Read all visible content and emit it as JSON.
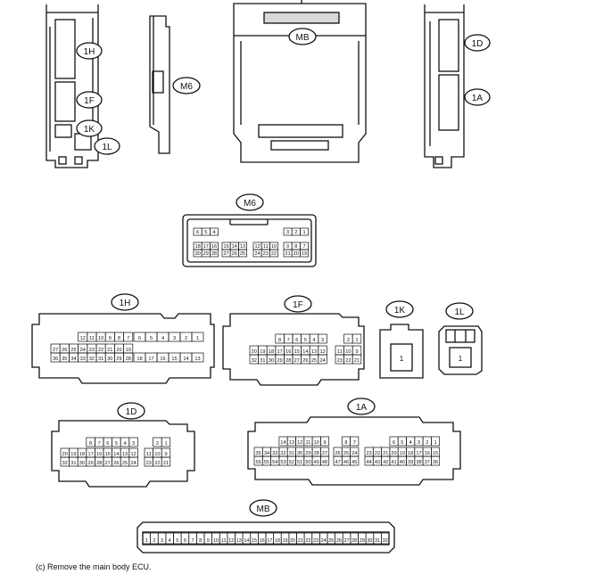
{
  "labels": {
    "top_1H": "1H",
    "top_1F": "1F",
    "top_1K": "1K",
    "top_1L": "1L",
    "top_M6": "M6",
    "top_MB": "MB",
    "top_1D": "1D",
    "top_1A": "1A",
    "m6": "M6",
    "c1H": "1H",
    "c1F": "1F",
    "c1K": "1K",
    "c1L": "1L",
    "c1D": "1D",
    "c1A": "1A",
    "cMB": "MB"
  },
  "connectors": {
    "M6": {
      "rows": [
        [
          "6",
          "5",
          "4",
          "",
          "",
          "",
          "",
          "3",
          "2",
          "1"
        ],
        [
          "18",
          "17",
          "16",
          "15",
          "14",
          "13",
          "12",
          "11",
          "10",
          "9",
          "8",
          "7"
        ],
        [
          "30",
          "29",
          "28",
          "27",
          "26",
          "25",
          "24",
          "23",
          "22",
          "21",
          "20",
          "19"
        ]
      ]
    },
    "1H": {
      "left_rows": [
        [
          "12",
          "11",
          "10",
          "9",
          "8",
          "7"
        ],
        [
          "27",
          "26",
          "25",
          "24",
          "23",
          "22",
          "21",
          "20",
          "19"
        ],
        [
          "36",
          "35",
          "34",
          "33",
          "32",
          "31",
          "30",
          "29",
          "28"
        ]
      ],
      "right_rows": [
        [
          "6",
          "5",
          "4",
          "3",
          "2",
          "1"
        ],
        [
          "18",
          "17",
          "16",
          "15",
          "14",
          "13"
        ]
      ]
    },
    "1F": {
      "left_rows": [
        [
          "8",
          "7",
          "6",
          "5",
          "4",
          "3"
        ],
        [
          "20",
          "19",
          "18",
          "17",
          "16",
          "15",
          "14",
          "13",
          "12"
        ],
        [
          "32",
          "31",
          "30",
          "29",
          "28",
          "27",
          "26",
          "25",
          "24"
        ]
      ],
      "right_rows": [
        [
          "2",
          "1"
        ],
        [
          "11",
          "10",
          "9"
        ],
        [
          "23",
          "22",
          "21"
        ]
      ]
    },
    "1K": {
      "pin": "1"
    },
    "1L": {
      "pin": "1"
    },
    "1D": {
      "left_rows": [
        [
          "8",
          "7",
          "6",
          "5",
          "4",
          "3"
        ],
        [
          "20",
          "19",
          "18",
          "17",
          "16",
          "15",
          "14",
          "13",
          "12"
        ],
        [
          "32",
          "31",
          "30",
          "29",
          "28",
          "27",
          "26",
          "25",
          "24"
        ]
      ],
      "right_rows": [
        [
          "2",
          "1"
        ],
        [
          "11",
          "10",
          "9"
        ],
        [
          "23",
          "22",
          "21"
        ]
      ]
    },
    "1A": {
      "g1": [
        [
          "14",
          "13",
          "12",
          "11",
          "10",
          "9"
        ],
        [
          "35",
          "34",
          "33",
          "32",
          "31",
          "30",
          "29",
          "28",
          "27"
        ],
        [
          "56",
          "55",
          "54",
          "53",
          "52",
          "51",
          "50",
          "49",
          "48"
        ]
      ],
      "g2": [
        [
          "8",
          "7"
        ],
        [
          "26",
          "25",
          "24"
        ],
        [
          "47",
          "46",
          "45"
        ]
      ],
      "g3": [
        [
          "6",
          "5",
          "4",
          "3",
          "2",
          "1"
        ],
        [
          "23",
          "22",
          "21",
          "20",
          "19",
          "18",
          "17",
          "16",
          "15"
        ],
        [
          "44",
          "43",
          "42",
          "41",
          "40",
          "39",
          "38",
          "37",
          "36"
        ]
      ]
    },
    "MB": {
      "pins": [
        "1",
        "2",
        "3",
        "4",
        "5",
        "6",
        "7",
        "8",
        "9",
        "10",
        "11",
        "12",
        "13",
        "14",
        "15",
        "16",
        "17",
        "18",
        "19",
        "20",
        "21",
        "22",
        "23",
        "24",
        "25",
        "26",
        "27",
        "28",
        "29",
        "30",
        "31",
        "32"
      ]
    }
  },
  "caption": "(c) Remove the main body ECU."
}
